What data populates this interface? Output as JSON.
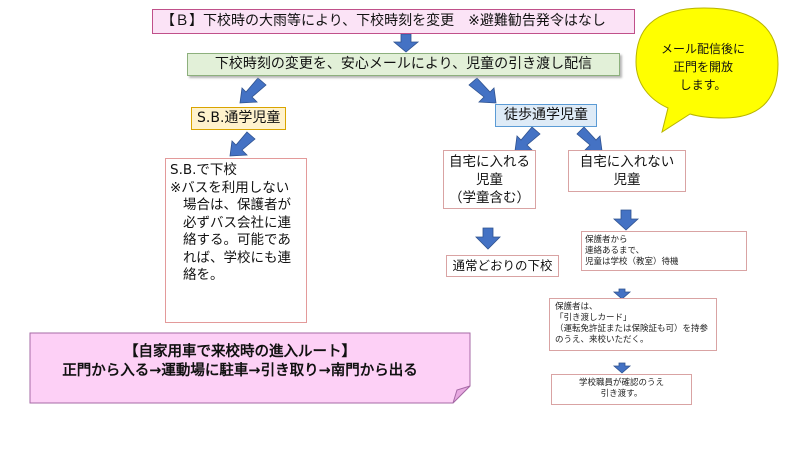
{
  "title": "【Ｂ】下校時の大雨等により、下校時刻を変更　※避難勧告発令はなし",
  "notify": "下校時刻の変更を、安心メールにより、児童の引き渡し配信",
  "bubble": {
    "lines": [
      "メール配信後に",
      "正門を開放",
      "します。"
    ]
  },
  "branches": {
    "sb": {
      "label": "S.B.通学児童",
      "detail_title": "S.B.で下校",
      "detail_body": "※バスを利用しない場合は、保護者が必ずバス会社に連絡する。可能であれば、学校にも連絡を。"
    },
    "walk": {
      "label": "徒歩通学児童"
    }
  },
  "walk_paths": {
    "home_ok": {
      "lines": [
        "自宅に入れる",
        "児童",
        "（学童含む）"
      ],
      "result": "通常どおりの下校"
    },
    "home_ng": {
      "lines": [
        "自宅に入れない",
        "児童"
      ]
    }
  },
  "steps": {
    "s1": "保護者から\n連絡あるまで、\n児童は学校（教室）待機",
    "s2": "保護者は、\n「引き渡しカード」\n（運転免許証または保険証も可）を持参のうえ、来校いただく。",
    "s3_line1": "学校職員が確認のうえ",
    "s3_line2": "引き渡す。"
  },
  "route": {
    "title": "【自家用車で来校時の進入ルート】",
    "text": "正門から入る→運動場に駐車→引き取り→南門から出る"
  },
  "colors": {
    "arrow": "#4472c4",
    "bubble": "#ffff00",
    "route_fill": "#fdd0f6"
  }
}
